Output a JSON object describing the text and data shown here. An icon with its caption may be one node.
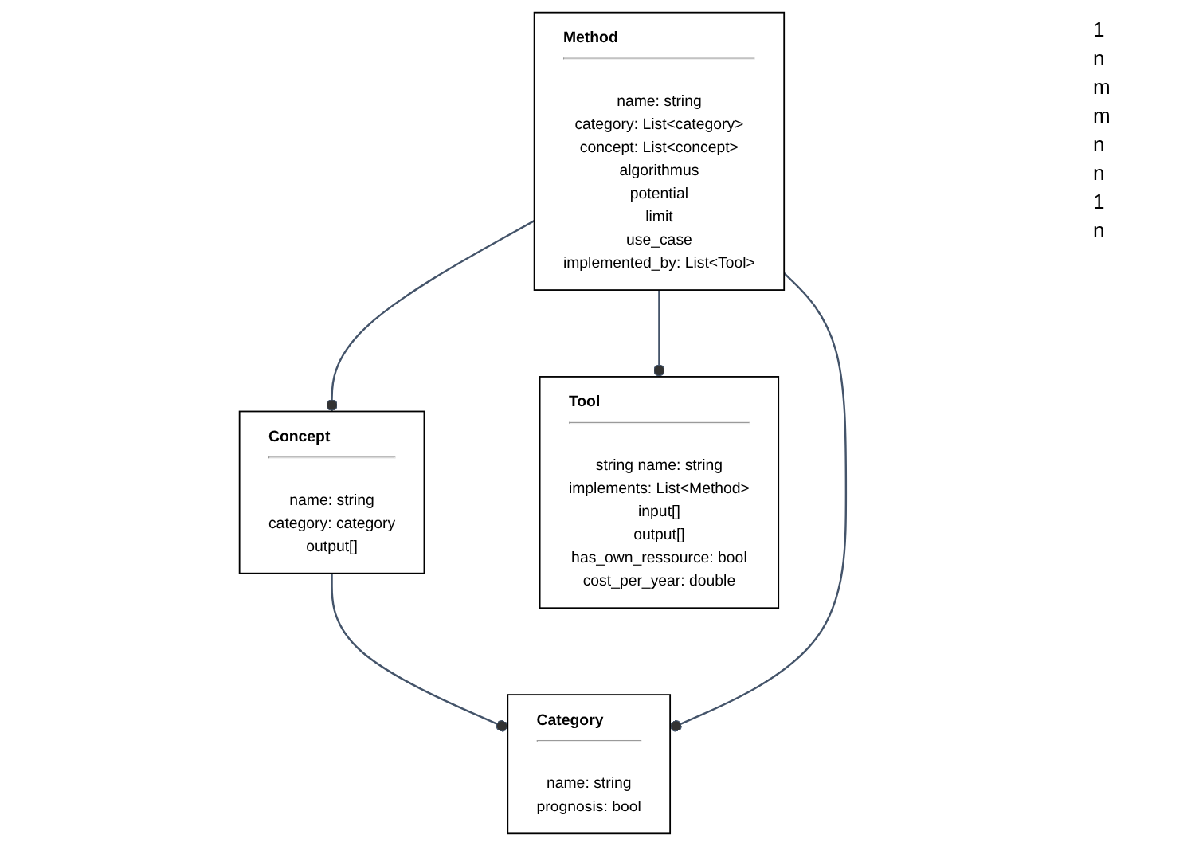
{
  "diagram": {
    "nodes": [
      {
        "text": [
          "Category",
          "name: string",
          "prognosis: bool"
        ]
      },
      {
        "text": [
          "Concept",
          "name: string",
          "category: category",
          "output[]"
        ]
      },
      {
        "text": [
          "Method",
          "name: string",
          "category: List<category>",
          "concept: List<concept>",
          "algorithmus",
          "potential",
          "limit",
          "use_case",
          "implemented_by: List<Tool>"
        ]
      },
      {
        "text": [
          "Tool",
          "string name: string",
          "implements: List<Method>",
          "input[]",
          "output[]",
          "has_own_ressource: bool",
          "cost_per_year: double"
        ]
      }
    ],
    "edges": [
      {
        "from": 1,
        "to": 0,
        "arrow": "other"
      },
      {
        "from": 2,
        "to": 1,
        "arrow": "other"
      },
      {
        "from": 2,
        "to": 0,
        "arrow": "other"
      },
      {
        "from": 2,
        "to": 3,
        "arrow": "other"
      }
    ],
    "labels": [
      "1",
      "n",
      "m",
      "m",
      "n",
      "n",
      "1",
      "n"
    ]
  }
}
